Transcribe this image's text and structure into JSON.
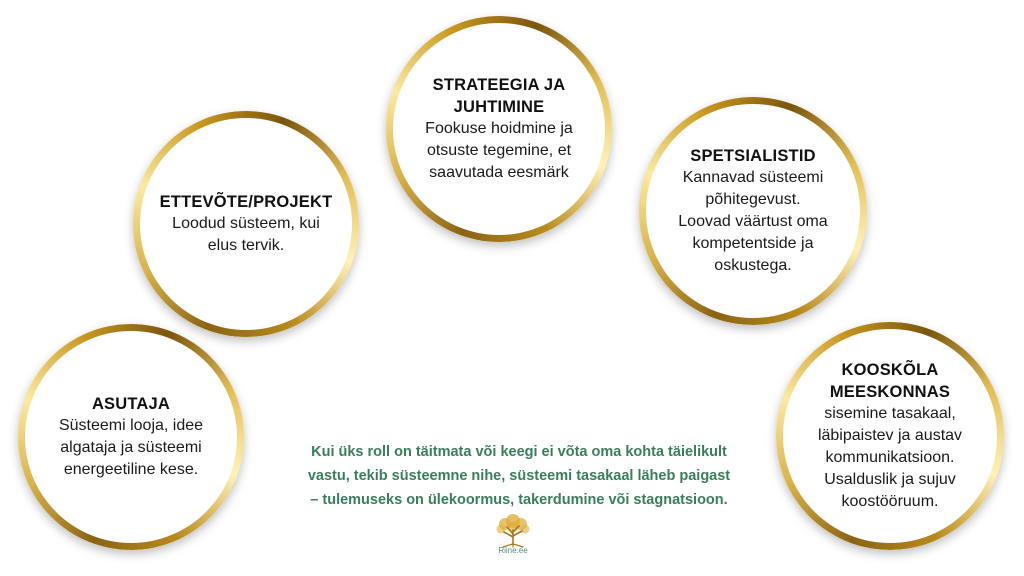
{
  "nodes": {
    "asutaja": {
      "title": "ASUTAJA",
      "lines": [
        "Süsteemi looja, idee",
        "algataja ja süsteemi",
        "energeetiline kese."
      ]
    },
    "ettevote": {
      "title": "ETTEVÕTE/PROJEKT",
      "lines": [
        "Loodud süsteem, kui",
        "elus tervik."
      ]
    },
    "strateegia": {
      "title_lines": [
        "STRATEEGIA JA",
        "JUHTIMINE"
      ],
      "lines": [
        "Fookuse hoidmine ja",
        "otsuste tegemine, et",
        "saavutada eesmärk"
      ]
    },
    "spetsialistid": {
      "title": "SPETSIALISTID",
      "lines": [
        "Kannavad süsteemi",
        "põhitegevust.",
        "Loovad väärtust oma",
        "kompetentside ja",
        "oskustega."
      ]
    },
    "kooskola": {
      "title_lines": [
        "KOOSKÕLA",
        "MEESKONNAS"
      ],
      "lines": [
        "sisemine tasakaal,",
        "läbipaistev ja austav",
        "kommunikatsioon.",
        "Usalduslik ja sujuv",
        "koostööruum."
      ]
    }
  },
  "note_lines": [
    "Kui üks roll on täitmata või keegi ei võta oma kohta täielikult",
    "vastu, tekib süsteemne nihe, süsteemi tasakaal läheb paigast",
    "– tulemuseks on ülekoormus, takerdumine või stagnatsioon."
  ],
  "logo": {
    "text": "Riine.ee",
    "icon": "tree-icon"
  },
  "colors": {
    "gold": "#c9971f",
    "note_green": "#3a7d5c",
    "logo_teal": "#4d8a78"
  }
}
